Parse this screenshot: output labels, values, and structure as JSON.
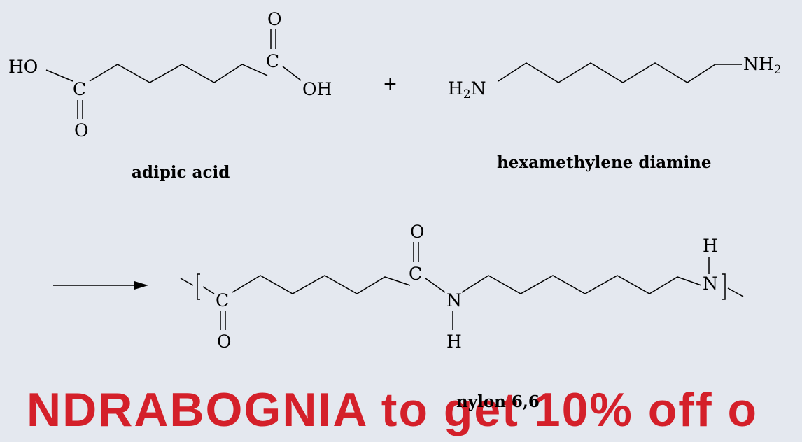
{
  "reactants": {
    "adipic_acid": {
      "name": "adipic acid",
      "left_group": "HO",
      "right_group": "OH",
      "carbon": "C",
      "oxygen": "O"
    },
    "plus_sign": "+",
    "hexamethylene_diamine": {
      "name": "hexamethylene diamine",
      "left_group_main": "H",
      "left_group_sub": "2",
      "left_group_tail": "N",
      "right_group_main": "NH",
      "right_group_sub": "2"
    }
  },
  "product": {
    "name": "nylon 6,6",
    "carbon": "C",
    "oxygen": "O",
    "nitrogen": "N",
    "hydrogen": "H"
  },
  "promo_banner": {
    "text": "NDRABOGNIA to get 10% off o",
    "color": "#d4202a"
  },
  "colors": {
    "background": "#e4e8ef",
    "ink": "#000000"
  }
}
